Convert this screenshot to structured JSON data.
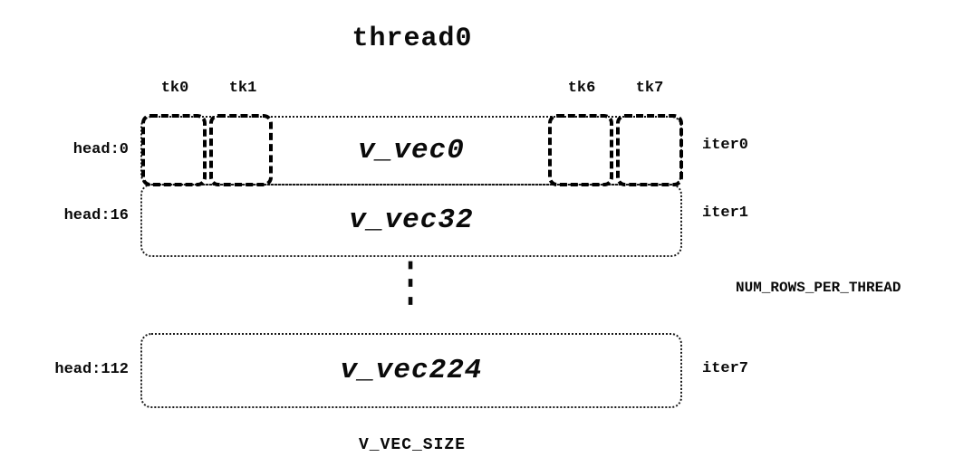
{
  "title": "thread0",
  "tk_labels": [
    "tk0",
    "tk1",
    "tk6",
    "tk7"
  ],
  "rows": [
    {
      "head": "head:0",
      "vec": "v_vec0",
      "iter": "iter0"
    },
    {
      "head": "head:16",
      "vec": "v_vec32",
      "iter": "iter1"
    },
    {
      "head": "head:112",
      "vec": "v_vec224",
      "iter": "iter7"
    }
  ],
  "ellipsis": "⋮",
  "right_label": "NUM_ROWS_PER_THREAD",
  "bottom_label": "V_VEC_SIZE"
}
